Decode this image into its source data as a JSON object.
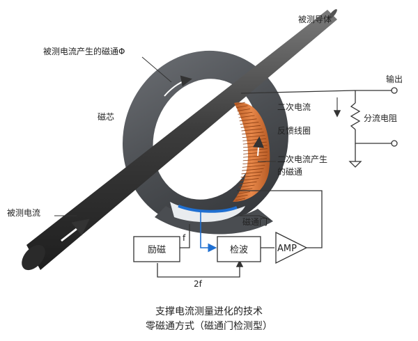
{
  "labels": {
    "conductor": "被测导体",
    "flux": "被测电流产生的磁通Φ",
    "core": "磁芯",
    "measured_current": "被测电流",
    "output": "输出",
    "secondary_current": "二次电流",
    "shunt": "分流电阻",
    "feedback_coil": "反馈线圈",
    "secondary_flux_line1": "二次电流产生",
    "secondary_flux_line2": "的磁通",
    "fluxgate": "磁通门",
    "excitation": "励磁",
    "detection": "检波",
    "amp": "AMP",
    "f": "f",
    "two_f": "2f"
  },
  "caption": {
    "line1": "支撑电流测量进化的技术",
    "line2": "零磁通方式（磁通门检测型）"
  },
  "colors": {
    "conductor": "#4a4a4a",
    "core": "#55585c",
    "coil": "#d9763a",
    "line": "#333333",
    "signal": "#1f6fd1"
  }
}
